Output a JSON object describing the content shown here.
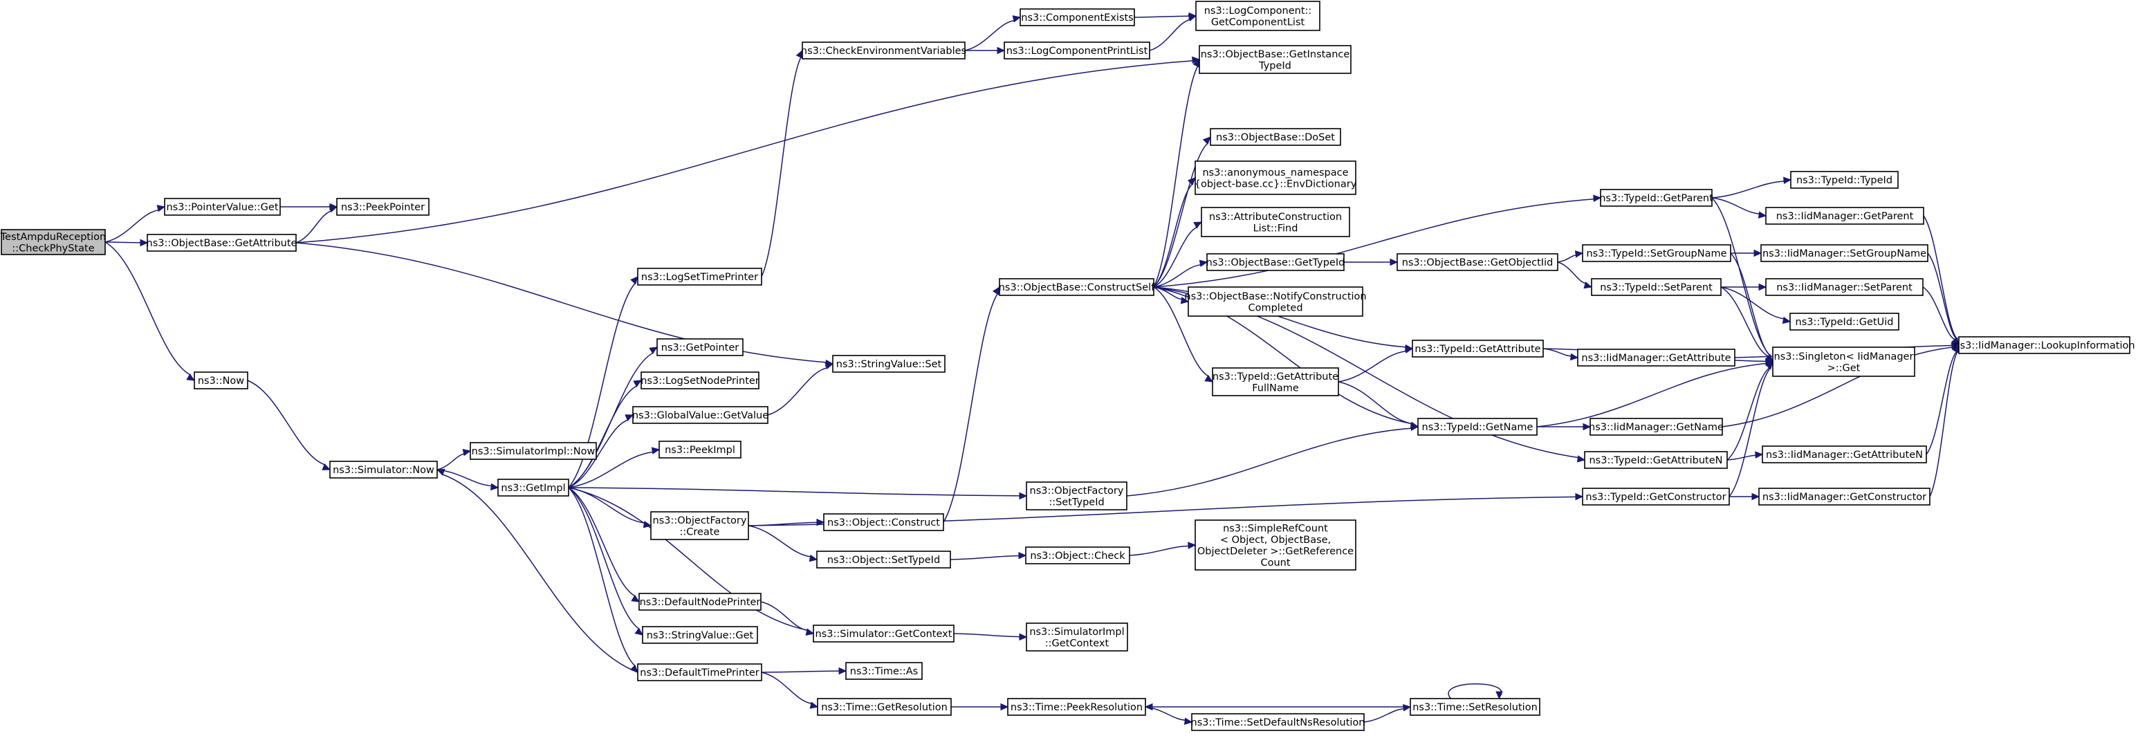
{
  "edge_color": "#191970",
  "root_fill": "#bfbfbf",
  "nodes": [
    {
      "id": "root",
      "lines": [
        "TestAmpduReception",
        "::CheckPhyState"
      ]
    },
    {
      "id": "pvget",
      "lines": [
        "ns3::PointerValue::Get"
      ]
    },
    {
      "id": "peekptr",
      "lines": [
        "ns3::PeekPointer"
      ]
    },
    {
      "id": "getattr",
      "lines": [
        "ns3::ObjectBase::GetAttribute"
      ]
    },
    {
      "id": "now",
      "lines": [
        "ns3::Now"
      ]
    },
    {
      "id": "simnow",
      "lines": [
        "ns3::Simulator::Now"
      ]
    },
    {
      "id": "simimplnow",
      "lines": [
        "ns3::SimulatorImpl::Now"
      ]
    },
    {
      "id": "getimpl",
      "lines": [
        "ns3::GetImpl"
      ]
    },
    {
      "id": "logsettime",
      "lines": [
        "ns3::LogSetTimePrinter"
      ]
    },
    {
      "id": "getpointer",
      "lines": [
        "ns3::GetPointer"
      ]
    },
    {
      "id": "logsetnode",
      "lines": [
        "ns3::LogSetNodePrinter"
      ]
    },
    {
      "id": "gvgetvalue",
      "lines": [
        "ns3::GlobalValue::GetValue"
      ]
    },
    {
      "id": "peekimpl",
      "lines": [
        "ns3::PeekImpl"
      ]
    },
    {
      "id": "ofcreate",
      "lines": [
        "ns3::ObjectFactory",
        "::Create"
      ]
    },
    {
      "id": "defnode",
      "lines": [
        "ns3::DefaultNodePrinter"
      ]
    },
    {
      "id": "svget",
      "lines": [
        "ns3::StringValue::Get"
      ]
    },
    {
      "id": "deftime",
      "lines": [
        "ns3::DefaultTimePrinter"
      ]
    },
    {
      "id": "svset",
      "lines": [
        "ns3::StringValue::Set"
      ]
    },
    {
      "id": "checkenv",
      "lines": [
        "ns3::CheckEnvironmentVariables"
      ]
    },
    {
      "id": "compexists",
      "lines": [
        "ns3::ComponentExists"
      ]
    },
    {
      "id": "logprint",
      "lines": [
        "ns3::LogComponentPrintList"
      ]
    },
    {
      "id": "getcomplist",
      "lines": [
        "ns3::LogComponent::",
        "GetComponentList"
      ]
    },
    {
      "id": "objconstruct",
      "lines": [
        "ns3::Object::Construct"
      ]
    },
    {
      "id": "objsettid",
      "lines": [
        "ns3::Object::SetTypeId"
      ]
    },
    {
      "id": "objcheck",
      "lines": [
        "ns3::Object::Check"
      ]
    },
    {
      "id": "simgetctx",
      "lines": [
        "ns3::Simulator::GetContext"
      ]
    },
    {
      "id": "simimplctx",
      "lines": [
        "ns3::SimulatorImpl",
        "::GetContext"
      ]
    },
    {
      "id": "timeas",
      "lines": [
        "ns3::Time::As"
      ]
    },
    {
      "id": "timegetres",
      "lines": [
        "ns3::Time::GetResolution"
      ]
    },
    {
      "id": "timepeekres",
      "lines": [
        "ns3::Time::PeekResolution"
      ]
    },
    {
      "id": "timesetdef",
      "lines": [
        "ns3::Time::SetDefaultNsResolution"
      ]
    },
    {
      "id": "timesetres",
      "lines": [
        "ns3::Time::SetResolution"
      ]
    },
    {
      "id": "constructself",
      "lines": [
        "ns3::ObjectBase::ConstructSelf"
      ]
    },
    {
      "id": "ofsettid",
      "lines": [
        "ns3::ObjectFactory",
        "::SetTypeId"
      ]
    },
    {
      "id": "getinsttid",
      "lines": [
        "ns3::ObjectBase::GetInstance",
        "TypeId"
      ]
    },
    {
      "id": "doset",
      "lines": [
        "ns3::ObjectBase::DoSet"
      ]
    },
    {
      "id": "envdict",
      "lines": [
        "ns3::anonymous_namespace",
        "{object-base.cc}::EnvDictionary"
      ]
    },
    {
      "id": "attrfind",
      "lines": [
        "ns3::AttributeConstruction",
        "List::Find"
      ]
    },
    {
      "id": "obgettid",
      "lines": [
        "ns3::ObjectBase::GetTypeId"
      ]
    },
    {
      "id": "notifyconst",
      "lines": [
        "ns3::ObjectBase::NotifyConstruction",
        "Completed"
      ]
    },
    {
      "id": "getattrfull",
      "lines": [
        "ns3::TypeId::GetAttribute",
        "FullName"
      ]
    },
    {
      "id": "srcget",
      "lines": [
        "ns3::SimpleRefCount",
        "< Object, ObjectBase,",
        "ObjectDeleter >::GetReference",
        "Count"
      ]
    },
    {
      "id": "getobjectiid",
      "lines": [
        "ns3::ObjectBase::GetObjectIid"
      ]
    },
    {
      "id": "tidgetattr",
      "lines": [
        "ns3::TypeId::GetAttribute"
      ]
    },
    {
      "id": "tidgetname",
      "lines": [
        "ns3::TypeId::GetName"
      ]
    },
    {
      "id": "tidgetparent",
      "lines": [
        "ns3::TypeId::GetParent"
      ]
    },
    {
      "id": "tidsetgroup",
      "lines": [
        "ns3::TypeId::SetGroupName"
      ]
    },
    {
      "id": "tidsetparent",
      "lines": [
        "ns3::TypeId::SetParent"
      ]
    },
    {
      "id": "tidgetattrn",
      "lines": [
        "ns3::TypeId::GetAttributeN"
      ]
    },
    {
      "id": "tidgetctor",
      "lines": [
        "ns3::TypeId::GetConstructor"
      ]
    },
    {
      "id": "iidgetattr",
      "lines": [
        "ns3::IidManager::GetAttribute"
      ]
    },
    {
      "id": "iidgetname",
      "lines": [
        "ns3::IidManager::GetName"
      ]
    },
    {
      "id": "tidtid",
      "lines": [
        "ns3::TypeId::TypeId"
      ]
    },
    {
      "id": "iidgetparent",
      "lines": [
        "ns3::IidManager::GetParent"
      ]
    },
    {
      "id": "iidsetgroup",
      "lines": [
        "ns3::IidManager::SetGroupName"
      ]
    },
    {
      "id": "iidsetparent",
      "lines": [
        "ns3::IidManager::SetParent"
      ]
    },
    {
      "id": "tidgetuid",
      "lines": [
        "ns3::TypeId::GetUid"
      ]
    },
    {
      "id": "singleton",
      "lines": [
        "ns3::Singleton< IidManager",
        ">::Get"
      ]
    },
    {
      "id": "iidgetattrn",
      "lines": [
        "ns3::IidManager::GetAttributeN"
      ]
    },
    {
      "id": "iidgetctor",
      "lines": [
        "ns3::IidManager::GetConstructor"
      ]
    },
    {
      "id": "lookup",
      "lines": [
        "ns3::IidManager::LookupInformation"
      ]
    }
  ],
  "edges": [
    [
      "root",
      "pvget"
    ],
    [
      "root",
      "getattr"
    ],
    [
      "root",
      "now"
    ],
    [
      "pvget",
      "peekptr"
    ],
    [
      "getattr",
      "peekptr"
    ],
    [
      "getattr",
      "svset"
    ],
    [
      "getattr",
      "getinsttid"
    ],
    [
      "now",
      "simnow"
    ],
    [
      "simnow",
      "simimplnow"
    ],
    [
      "simnow",
      "getimpl"
    ],
    [
      "getimpl",
      "logsettime"
    ],
    [
      "getimpl",
      "getpointer"
    ],
    [
      "getimpl",
      "logsetnode"
    ],
    [
      "getimpl",
      "gvgetvalue"
    ],
    [
      "getimpl",
      "peekimpl"
    ],
    [
      "getimpl",
      "ofcreate"
    ],
    [
      "getimpl",
      "defnode"
    ],
    [
      "getimpl",
      "svget"
    ],
    [
      "getimpl",
      "deftime"
    ],
    [
      "getimpl",
      "ofsettid"
    ],
    [
      "getimpl",
      "simgetctx"
    ],
    [
      "logsettime",
      "checkenv"
    ],
    [
      "gvgetvalue",
      "svset"
    ],
    [
      "checkenv",
      "compexists"
    ],
    [
      "checkenv",
      "logprint"
    ],
    [
      "compexists",
      "getcomplist"
    ],
    [
      "logprint",
      "getcomplist"
    ],
    [
      "ofcreate",
      "objconstruct"
    ],
    [
      "ofcreate",
      "objsettid"
    ],
    [
      "ofcreate",
      "tidgetctor"
    ],
    [
      "objconstruct",
      "constructself"
    ],
    [
      "objsettid",
      "objcheck"
    ],
    [
      "objcheck",
      "srcget"
    ],
    [
      "defnode",
      "simgetctx"
    ],
    [
      "simgetctx",
      "simimplctx"
    ],
    [
      "deftime",
      "simnow"
    ],
    [
      "deftime",
      "timeas"
    ],
    [
      "deftime",
      "timegetres"
    ],
    [
      "timegetres",
      "timepeekres"
    ],
    [
      "timepeekres",
      "timesetdef"
    ],
    [
      "timesetdef",
      "timesetres"
    ],
    [
      "timesetres",
      "timepeekres"
    ],
    [
      "timesetres",
      "timesetres"
    ],
    [
      "ofsettid",
      "tidgetname"
    ],
    [
      "constructself",
      "getinsttid"
    ],
    [
      "constructself",
      "doset"
    ],
    [
      "constructself",
      "envdict"
    ],
    [
      "constructself",
      "attrfind"
    ],
    [
      "constructself",
      "obgettid"
    ],
    [
      "constructself",
      "notifyconst"
    ],
    [
      "constructself",
      "getattrfull"
    ],
    [
      "constructself",
      "tidgetattr"
    ],
    [
      "constructself",
      "tidgetname"
    ],
    [
      "constructself",
      "tidgetparent"
    ],
    [
      "constructself",
      "tidgetattrn"
    ],
    [
      "obgettid",
      "getobjectiid"
    ],
    [
      "getobjectiid",
      "tidsetgroup"
    ],
    [
      "getobjectiid",
      "tidsetparent"
    ],
    [
      "getattrfull",
      "tidgetattr"
    ],
    [
      "getattrfull",
      "tidgetname"
    ],
    [
      "tidgetattr",
      "iidgetattr"
    ],
    [
      "tidgetattr",
      "singleton"
    ],
    [
      "tidgetname",
      "iidgetname"
    ],
    [
      "tidgetname",
      "singleton"
    ],
    [
      "tidgetparent",
      "tidtid"
    ],
    [
      "tidgetparent",
      "iidgetparent"
    ],
    [
      "tidgetparent",
      "singleton"
    ],
    [
      "tidsetgroup",
      "iidsetgroup"
    ],
    [
      "tidsetgroup",
      "singleton"
    ],
    [
      "tidsetparent",
      "iidsetparent"
    ],
    [
      "tidsetparent",
      "tidgetuid"
    ],
    [
      "tidsetparent",
      "singleton"
    ],
    [
      "tidgetattrn",
      "iidgetattrn"
    ],
    [
      "tidgetattrn",
      "singleton"
    ],
    [
      "tidgetctor",
      "iidgetctor"
    ],
    [
      "tidgetctor",
      "singleton"
    ],
    [
      "iidgetattr",
      "lookup"
    ],
    [
      "iidgetname",
      "lookup"
    ],
    [
      "iidgetparent",
      "lookup"
    ],
    [
      "iidsetgroup",
      "lookup"
    ],
    [
      "iidsetparent",
      "lookup"
    ],
    [
      "iidgetattrn",
      "lookup"
    ],
    [
      "iidgetctor",
      "lookup"
    ]
  ]
}
